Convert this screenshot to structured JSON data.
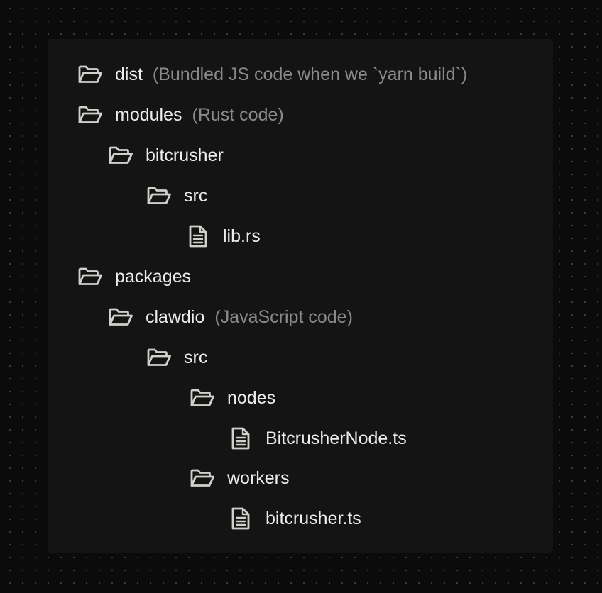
{
  "colors": {
    "background": "#0b0b0b",
    "panel": "#141414",
    "text": "#ececec",
    "note": "#8a8a8a",
    "icon": "#d2d0ca"
  },
  "tree": [
    {
      "type": "folder",
      "icon": "folder-open-icon",
      "name": "dist",
      "note": "(Bundled JS code when we `yarn build`)"
    },
    {
      "type": "folder",
      "icon": "folder-open-icon",
      "name": "modules",
      "note": "(Rust code)"
    },
    {
      "type": "folder",
      "icon": "folder-open-icon",
      "name": "bitcrusher",
      "note": ""
    },
    {
      "type": "folder",
      "icon": "folder-open-icon",
      "name": "src",
      "note": ""
    },
    {
      "type": "file",
      "icon": "file-icon",
      "name": "lib.rs",
      "note": ""
    },
    {
      "type": "folder",
      "icon": "folder-open-icon",
      "name": "packages",
      "note": ""
    },
    {
      "type": "folder",
      "icon": "folder-open-icon",
      "name": "clawdio",
      "note": "(JavaScript code)"
    },
    {
      "type": "folder",
      "icon": "folder-open-icon",
      "name": "src",
      "note": ""
    },
    {
      "type": "folder",
      "icon": "folder-open-icon",
      "name": "nodes",
      "note": ""
    },
    {
      "type": "file",
      "icon": "file-icon",
      "name": "BitcrusherNode.ts",
      "note": ""
    },
    {
      "type": "folder",
      "icon": "folder-open-icon",
      "name": "workers",
      "note": ""
    },
    {
      "type": "file",
      "icon": "file-icon",
      "name": "bitcrusher.ts",
      "note": ""
    }
  ]
}
